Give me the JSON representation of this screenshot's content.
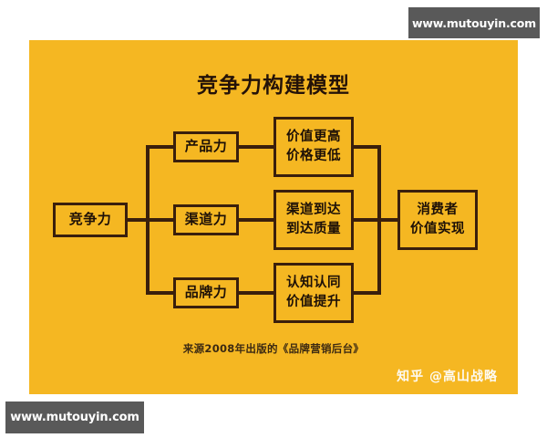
{
  "image": {
    "background_color": "#ffffff",
    "panel_color": "#f5b722",
    "line_color": "#3a1f0c",
    "text_color": "#1d1007"
  },
  "watermarks": {
    "top": "www.mutouyin.com",
    "bottom": "www.mutouyin.com",
    "background_color": "#595959",
    "text_color": "#ffffff"
  },
  "diagram": {
    "title": "竞争力构建模型",
    "source_note": "来源2008年出版的《品牌营销后台》",
    "attribution": "知乎 @高山战略",
    "nodes": {
      "competitiveness": {
        "line1": "竞争力"
      },
      "product_power": {
        "line1": "产品力"
      },
      "channel_power": {
        "line1": "渠道力"
      },
      "brand_power": {
        "line1": "品牌力"
      },
      "value_price": {
        "line1": "价值更高",
        "line2": "价格更低"
      },
      "channel_reach": {
        "line1": "渠道到达",
        "line2": "到达质量"
      },
      "cognition_value": {
        "line1": "认知认同",
        "line2": "价值提升"
      },
      "consumer_value": {
        "line1": "消费者",
        "line2": "价值实现"
      }
    }
  }
}
